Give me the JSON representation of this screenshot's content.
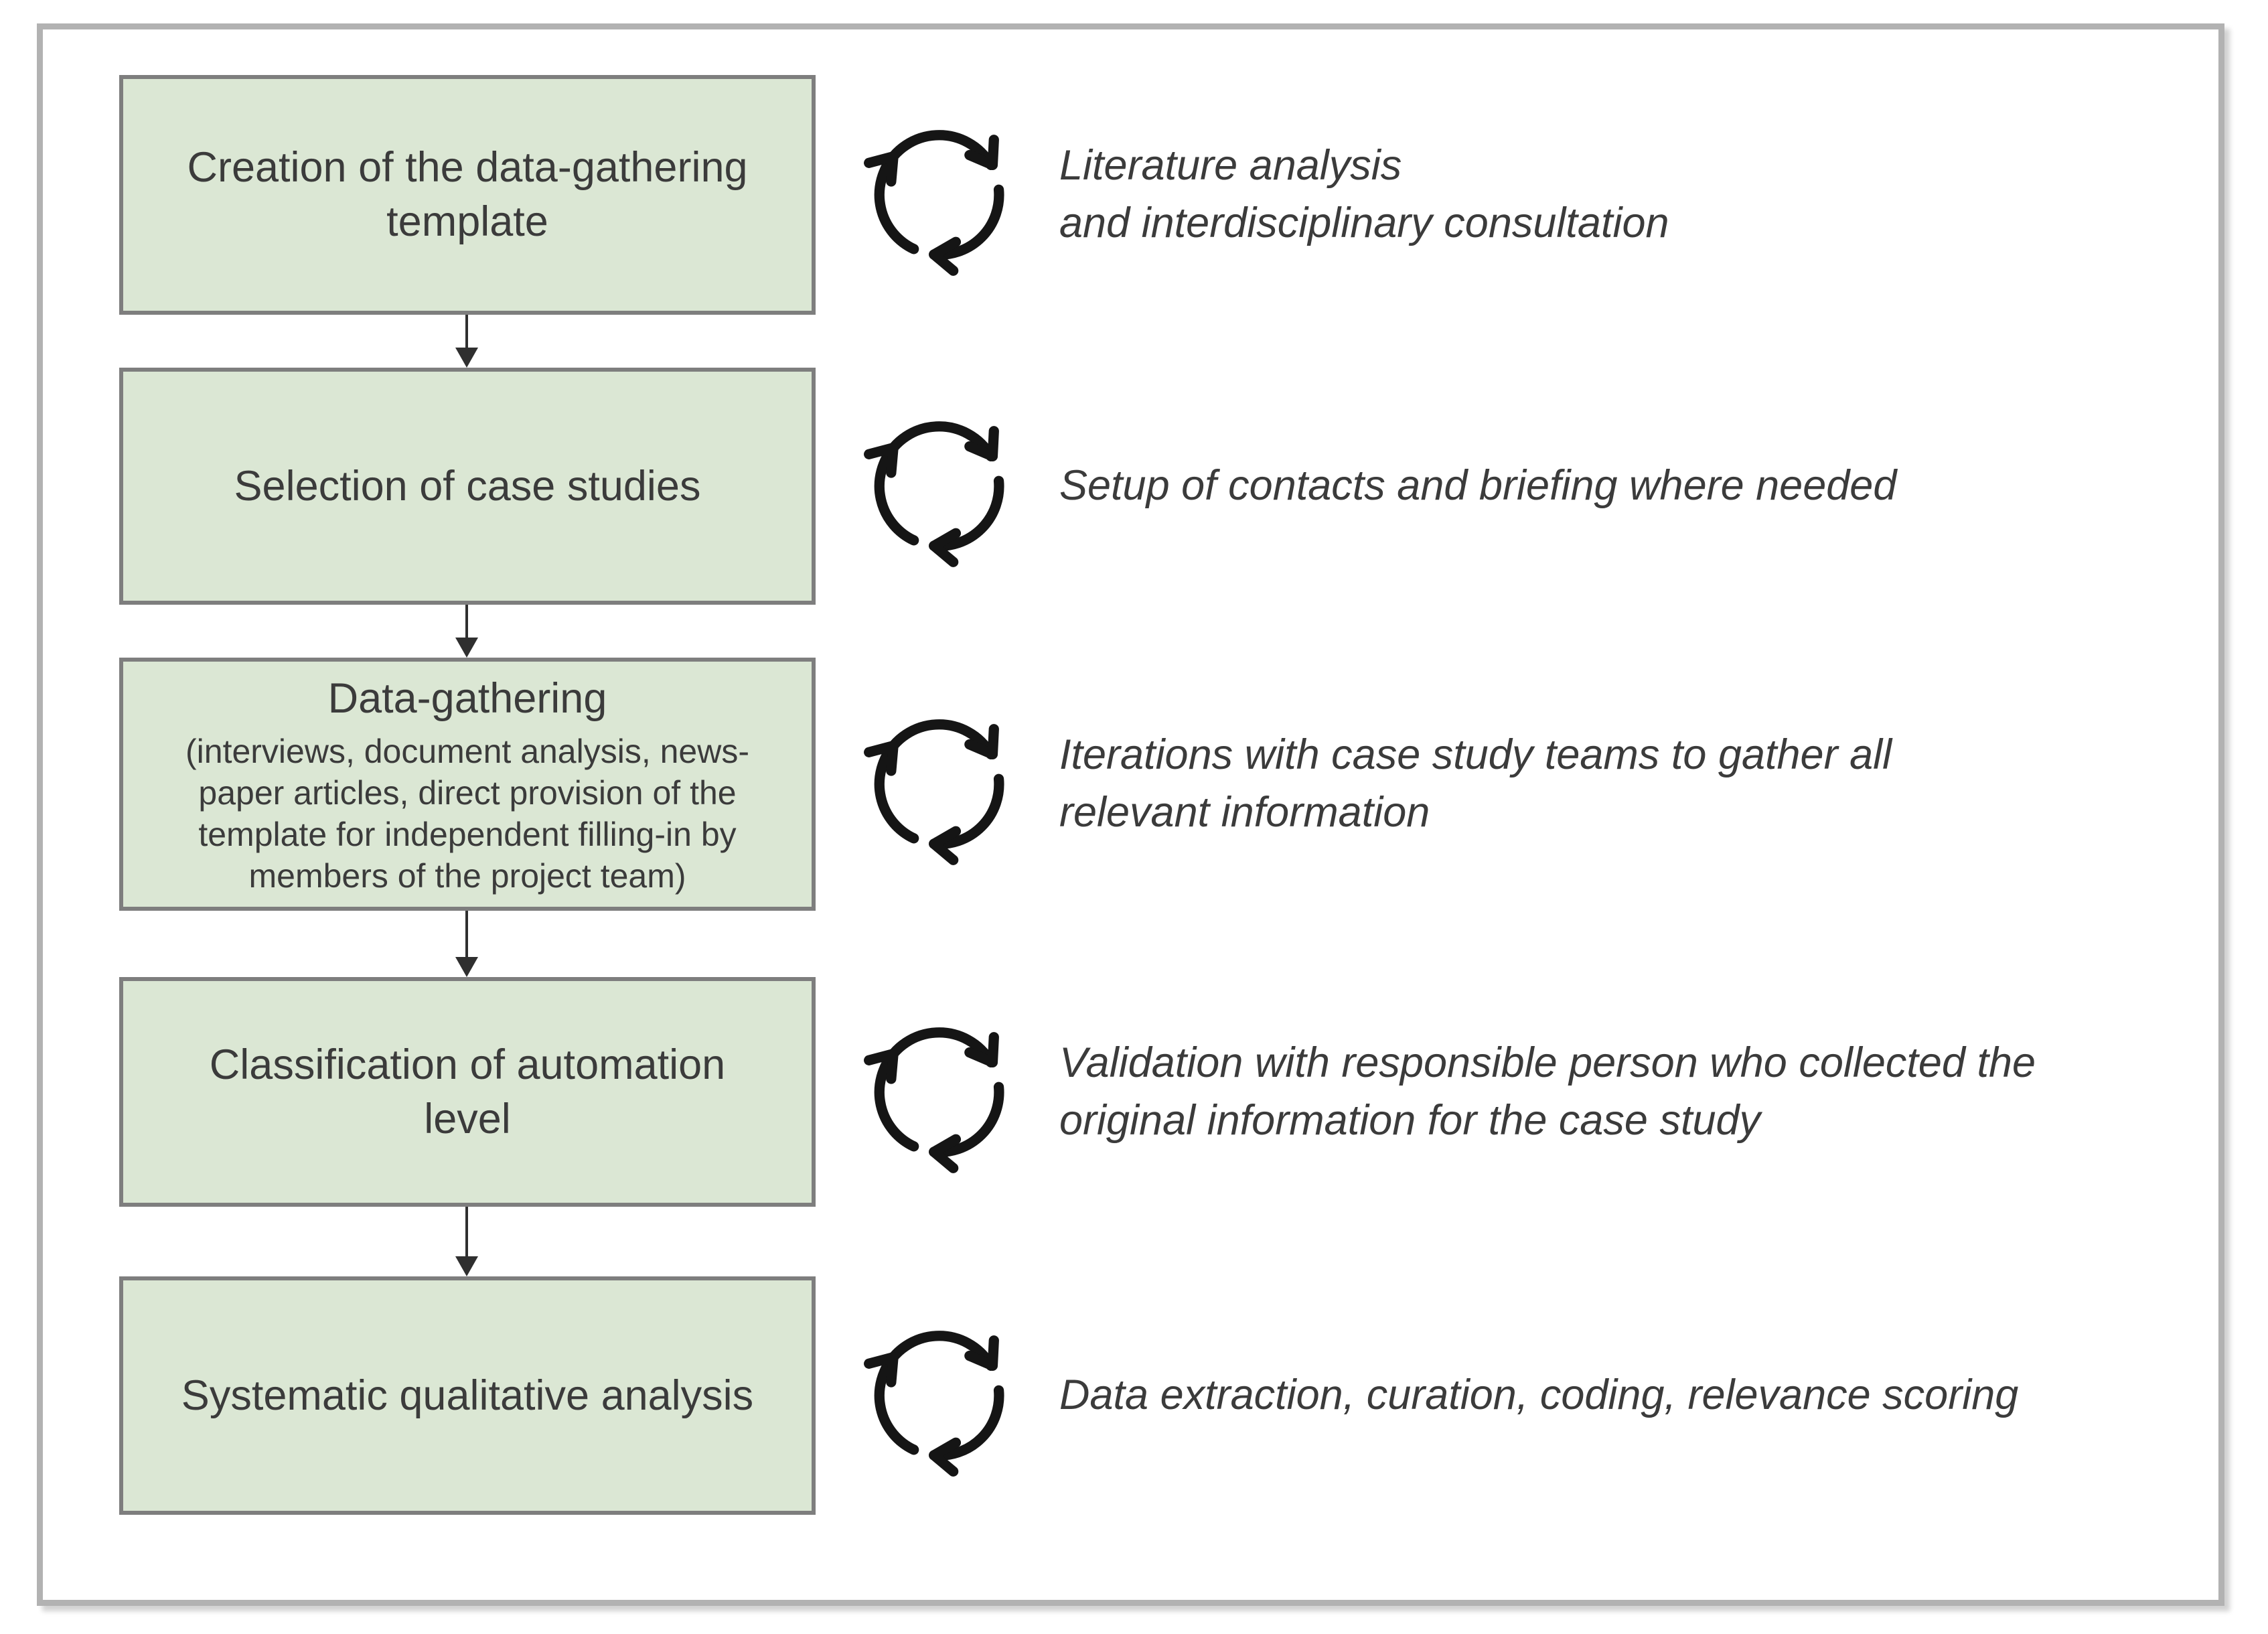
{
  "diagram": {
    "title": "Case study methodology flowchart",
    "colors": {
      "box_fill": "#dbe7d4",
      "box_border": "#7e7e7e",
      "frame_border": "#b2b2b2",
      "arrow": "#2f2f2f",
      "icon_stroke": "#151515",
      "text": "#3b3b3b"
    },
    "icon_name": "cycle-arrows-icon",
    "steps": [
      {
        "box": "Creation of the data-gathering\ntemplate",
        "box_detail": "",
        "annotation": "Literature analysis\nand interdisciplinary consultation"
      },
      {
        "box": "Selection of case studies",
        "box_detail": "",
        "annotation": "Setup of contacts and briefing where needed"
      },
      {
        "box": "Data-gathering",
        "box_detail": "(interviews, document analysis, news-\npaper articles, direct provision of the\ntemplate for independent filling-in by\nmembers of the project team)",
        "annotation": "Iterations with case study teams to gather all\nrelevant information"
      },
      {
        "box": "Classification of automation\nlevel",
        "box_detail": "",
        "annotation": "Validation with responsible person who collected the\noriginal information for the case study"
      },
      {
        "box": "Systematic qualitative analysis",
        "box_detail": "",
        "annotation": "Data extraction, curation, coding, relevance scoring"
      }
    ]
  }
}
